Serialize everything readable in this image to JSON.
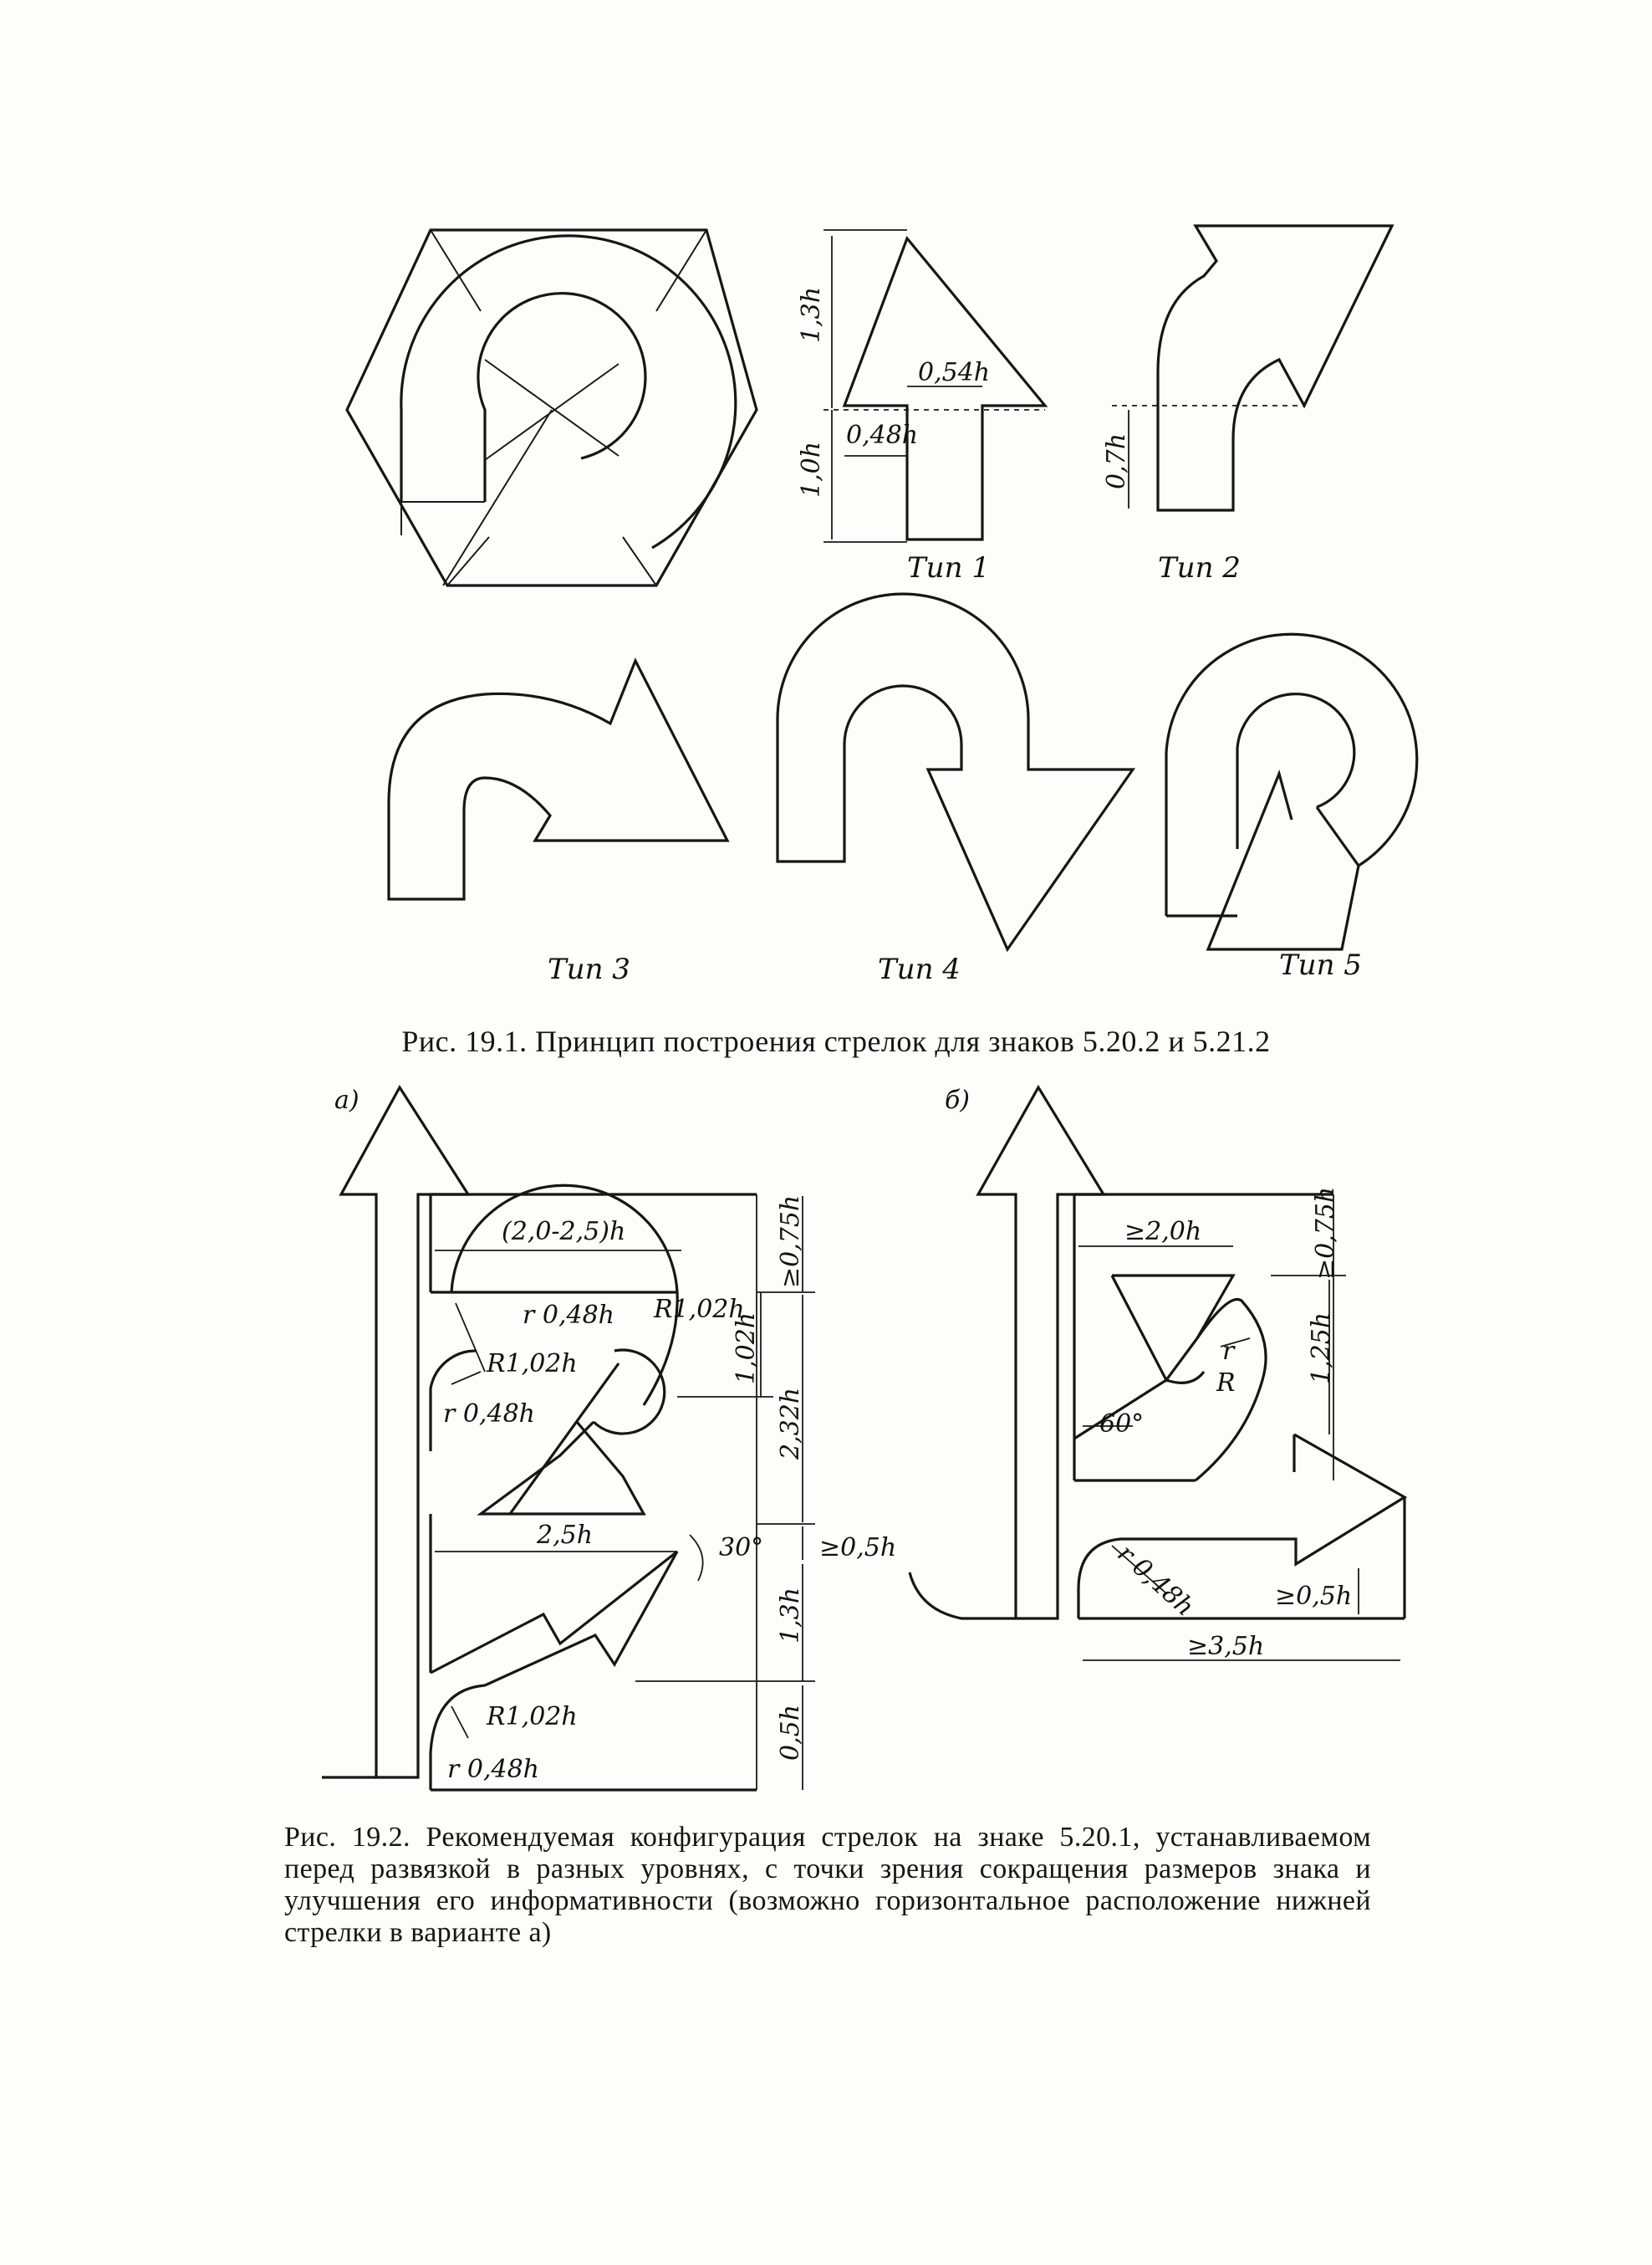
{
  "figure1": {
    "types": [
      "Тип 1",
      "Тип 2",
      "Тип 3",
      "Тип 4",
      "Тип 5"
    ],
    "dims": {
      "d_054h": "0,54h",
      "d_048h": "0,48h",
      "d_13h": "1,3h",
      "d_10h": "1,0h",
      "d_07h": "0,7h"
    },
    "caption": "Рис. 19.1. Принцип построения стрелок для знаков 5.20.2 и 5.21.2"
  },
  "figure2": {
    "variant_a": "а)",
    "variant_b": "б)",
    "labels_a": {
      "w_20_25h": "(2,0-2,5)h",
      "ge_075h": "≥0,75h",
      "r_048h_1": "r 0,48h",
      "R_102h_1": "R1,02h",
      "R_102h_2": "R1,02h",
      "r_048h_2": "r 0,48h",
      "d_102h": "1,02h",
      "d_232h": "2,32h",
      "w_25h": "2,5h",
      "angle_30": "30°",
      "ge_05h": "≥0,5h",
      "d_13h": "1,3h",
      "R_102h_3": "R1,02h",
      "d_05h": "0,5h",
      "r_048h_3": "r 0,48h"
    },
    "labels_b": {
      "ge_20h": "≥2,0h",
      "ge_075h": "≥0,75h",
      "d_125h": "1,25h",
      "r": "r",
      "R": "R",
      "angle_60": "60°",
      "r_048h": "r 0,48h",
      "ge_05h": "≥0,5h",
      "ge_35h": "≥3,5h"
    },
    "caption": "Рис. 19.2. Рекомендуемая конфигурация стрелок на знаке 5.20.1, устанавливаемом перед развязкой в разных уровнях, с точки зрения сокращения размеров знака и улучшения его информативности (возможно горизонтальное расположение нижней стрелки в варианте",
    "caption_end": "а)"
  }
}
